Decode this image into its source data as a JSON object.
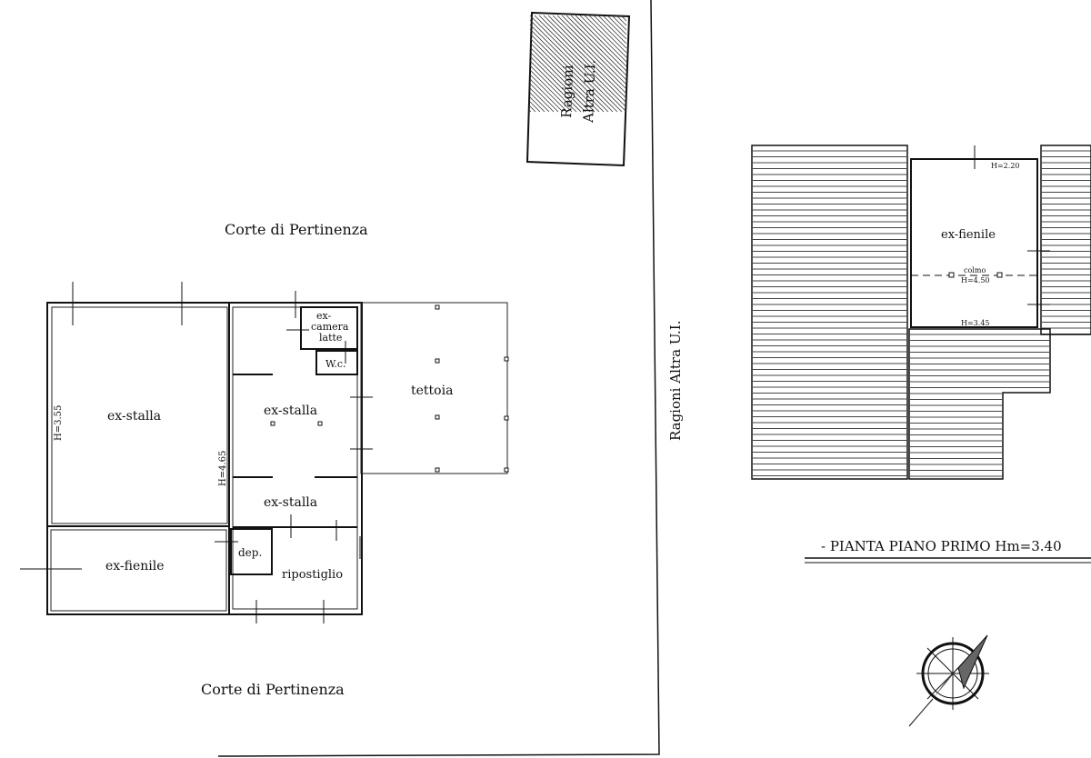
{
  "drawing": {
    "court_top": "Corte di Pertinenza",
    "court_bottom": "Corte di Pertinenza",
    "other_unit_vertical": "Ragioni Altra U.I.",
    "other_unit_hatched": [
      "Ragioni",
      "Altra U.I."
    ],
    "ground_floor": {
      "rooms": {
        "stalla_main": "ex-stalla",
        "stalla_main_height": "H=3.55",
        "stalla_height_2": "H=4.65",
        "camera_latte": [
          "ex-",
          "camera",
          "latte"
        ],
        "wc": "W.c.",
        "stalla_2": "ex-stalla",
        "stalla_3": "ex-stalla",
        "tettoia": "tettoia",
        "fienile": "ex-fienile",
        "dep": "dep.",
        "ripostiglio": "ripostiglio"
      }
    },
    "first_floor": {
      "title": "- PIANTA PIANO PRIMO Hm=3.40",
      "room": "ex-fienile",
      "h_top": "H=2.20",
      "ridge_label": "colmo",
      "ridge_height": "H=4.50",
      "h_bottom": "H=3.45"
    },
    "compass": "north-arrow-icon"
  }
}
